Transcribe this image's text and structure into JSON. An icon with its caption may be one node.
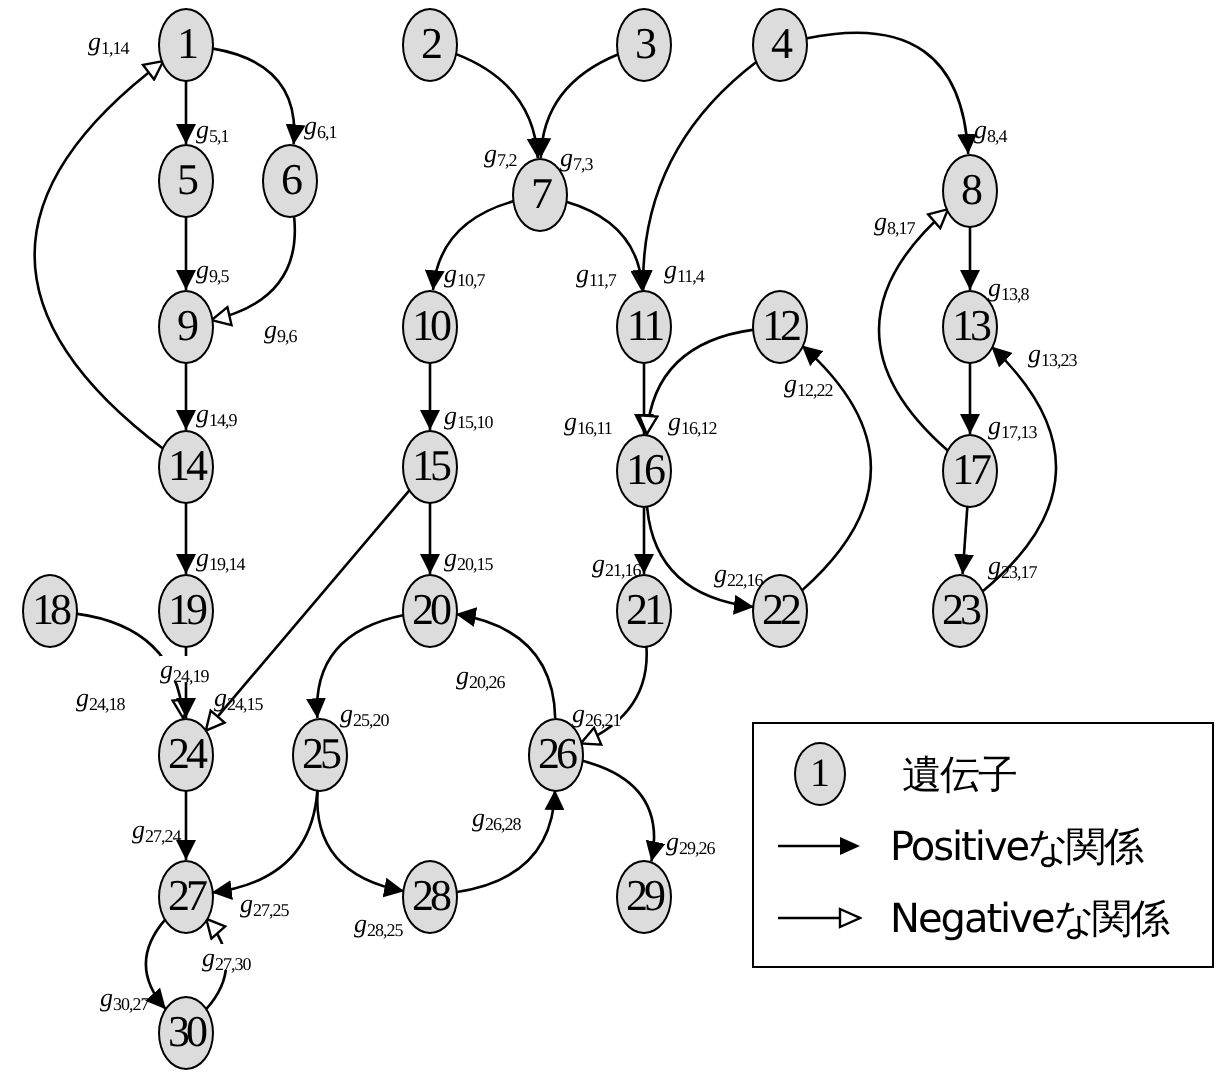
{
  "diagram": {
    "nodes": [
      {
        "text": [
          "1"
        ]
      },
      {
        "text": [
          "2"
        ]
      },
      {
        "text": [
          "3"
        ]
      },
      {
        "text": [
          "4"
        ]
      },
      {
        "text": [
          "5"
        ]
      },
      {
        "text": [
          "6"
        ]
      },
      {
        "text": [
          "7"
        ]
      },
      {
        "text": [
          "8"
        ]
      },
      {
        "text": [
          "9"
        ]
      },
      {
        "text": [
          "10"
        ]
      },
      {
        "text": [
          "11"
        ]
      },
      {
        "text": [
          "12"
        ]
      },
      {
        "text": [
          "13"
        ]
      },
      {
        "text": [
          "14"
        ]
      },
      {
        "text": [
          "15"
        ]
      },
      {
        "text": [
          "16"
        ]
      },
      {
        "text": [
          "17"
        ]
      },
      {
        "text": [
          "18"
        ]
      },
      {
        "text": [
          "19"
        ]
      },
      {
        "text": [
          "20"
        ]
      },
      {
        "text": [
          "21"
        ]
      },
      {
        "text": [
          "22"
        ]
      },
      {
        "text": [
          "23"
        ]
      },
      {
        "text": [
          "24"
        ]
      },
      {
        "text": [
          "25"
        ]
      },
      {
        "text": [
          "26"
        ]
      },
      {
        "text": [
          "27"
        ]
      },
      {
        "text": [
          "28"
        ]
      },
      {
        "text": [
          "29"
        ]
      },
      {
        "text": [
          "30"
        ]
      }
    ],
    "edges": [
      {
        "from": 13,
        "to": 0,
        "arrow": "to",
        "label": "*g*$_{1,14}$"
      },
      {
        "from": 0,
        "to": 4,
        "arrow": "to",
        "label": "*g*$_{5,1}$"
      },
      {
        "from": 0,
        "to": 5,
        "arrow": "to",
        "label": "*g*$_{6,1}$"
      },
      {
        "from": 4,
        "to": 8,
        "arrow": "to",
        "label": "*g*$_{9,5}$"
      },
      {
        "from": 5,
        "to": 8,
        "arrow": "to",
        "label": "*g*$_{9,6}$"
      },
      {
        "from": 8,
        "to": 13,
        "arrow": "to",
        "label": "*g*$_{14,9}$"
      },
      {
        "from": 1,
        "to": 6,
        "arrow": "to",
        "label": "*g*$_{7,2}$"
      },
      {
        "from": 2,
        "to": 6,
        "arrow": "to",
        "label": "*g*$_{7,3}$"
      },
      {
        "from": 6,
        "to": 9,
        "arrow": "to",
        "label": "*g*$_{10,7}$"
      },
      {
        "from": 6,
        "to": 10,
        "arrow": "to",
        "label": "*g*$_{11,7}$"
      },
      {
        "from": 3,
        "to": 10,
        "arrow": "to",
        "label": "*g*$_{11,4}$"
      },
      {
        "from": 3,
        "to": 7,
        "arrow": "to",
        "label": "*g*$_{8,4}$"
      },
      {
        "from": 16,
        "to": 7,
        "arrow": "to",
        "label": "*g*$_{8,17}$"
      },
      {
        "from": 7,
        "to": 12,
        "arrow": "to",
        "label": "*g*$_{13,8}$"
      },
      {
        "from": 22,
        "to": 12,
        "arrow": "to",
        "label": "*g*$_{13,23}$"
      },
      {
        "from": 12,
        "to": 16,
        "arrow": "to",
        "label": "*g*$_{17,13}$"
      },
      {
        "from": 16,
        "to": 22,
        "arrow": "to",
        "label": "*g*$_{23,17}$"
      },
      {
        "from": 21,
        "to": 11,
        "arrow": "to",
        "label": "*g*$_{12,22}$"
      },
      {
        "from": 10,
        "to": 15,
        "arrow": "to",
        "label": "*g*$_{16,11}$"
      },
      {
        "from": 11,
        "to": 15,
        "arrow": "to",
        "label": "*g*$_{16,12}$"
      },
      {
        "from": 9,
        "to": 14,
        "arrow": "to",
        "label": "*g*$_{15,10}$"
      },
      {
        "from": 14,
        "to": 19,
        "arrow": "to",
        "label": "*g*$_{20,15}$"
      },
      {
        "from": 13,
        "to": 18,
        "arrow": "to",
        "label": "*g*$_{19,14}$"
      },
      {
        "from": 17,
        "to": 23,
        "arrow": "to",
        "label": "*g*$_{24,18}$"
      },
      {
        "from": 18,
        "to": 23,
        "arrow": "to",
        "label": "*g*$_{24,19}$"
      },
      {
        "from": 14,
        "to": 23,
        "arrow": "to",
        "label": "*g*$_{24,15}$"
      },
      {
        "from": 15,
        "to": 20,
        "arrow": "to",
        "label": "*g*$_{21,16}$"
      },
      {
        "from": 15,
        "to": 21,
        "arrow": "to",
        "label": "*g*$_{22,16}$"
      },
      {
        "from": 20,
        "to": 25,
        "arrow": "to",
        "label": "*g*$_{26,21}$"
      },
      {
        "from": 25,
        "to": 19,
        "arrow": "to",
        "label": "*g*$_{20,26}$"
      },
      {
        "from": 19,
        "to": 24,
        "arrow": "to",
        "label": "*g*$_{25,20}$"
      },
      {
        "from": 23,
        "to": 26,
        "arrow": "to",
        "label": "*g*$_{27,24}$"
      },
      {
        "from": 24,
        "to": 26,
        "arrow": "to",
        "label": "*g*$_{27,25}$"
      },
      {
        "from": 24,
        "to": 27,
        "arrow": "to",
        "label": "*g*$_{28,25}$"
      },
      {
        "from": 27,
        "to": 25,
        "arrow": "to",
        "label": "*g*$_{26,28}$"
      },
      {
        "from": 25,
        "to": 28,
        "arrow": "to",
        "label": "*g*$_{29,26}$"
      },
      {
        "from": 29,
        "to": 26,
        "arrow": "to",
        "label": "*g*$_{27,30}$"
      },
      {
        "from": 26,
        "to": 29,
        "arrow": "to",
        "label": "*g*$_{30,27}$"
      }
    ],
    "labels": [
      "1"
    ],
    "legend": [
      {
        "text": "遺伝子"
      },
      {
        "text": "Positiveな関係"
      },
      {
        "text": "Negativeな関係"
      }
    ]
  }
}
